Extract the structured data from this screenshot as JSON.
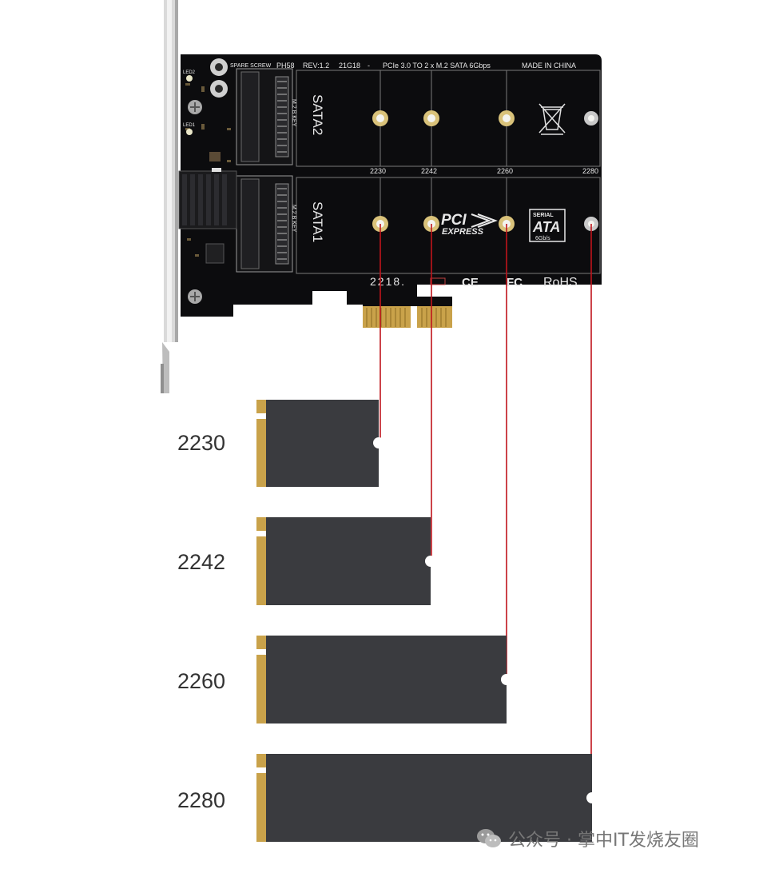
{
  "board": {
    "spare_screw": "SPARE SCREW",
    "model": "PH58",
    "rev": "REV:1.2",
    "date_code": "21G18",
    "dash": "-",
    "spec": "PCIe 3.0 TO 2 x M.2 SATA 6Gbps",
    "made_in": "MADE IN CHINA",
    "led2": "LED2",
    "led1": "LED1",
    "slot2_label": "SATA2",
    "slot1_label": "SATA1",
    "key_label": "M.2 B KEY",
    "stamp": "2218.",
    "rohs": "RoHS",
    "ce": "CE",
    "fc": "FC",
    "pci_logo_top": "PCI",
    "pci_logo_bottom": "EXPRESS",
    "sata_logo_top": "SERIAL",
    "sata_logo_mid": "ATA",
    "sata_logo_bottom": "6Gb/s",
    "hole_labels": [
      "2230",
      "2242",
      "2260",
      "2280"
    ]
  },
  "ssd_sizes": [
    "2230",
    "2242",
    "2260",
    "2280"
  ],
  "watermark": {
    "text": "公众号 · 掌中IT发烧友圈"
  },
  "colors": {
    "pcb": "#0c0c0e",
    "ssd": "#3a3b3f",
    "gold": "#c9a24a",
    "leader": "#c0141c",
    "bracket": "#d6d6d6"
  }
}
